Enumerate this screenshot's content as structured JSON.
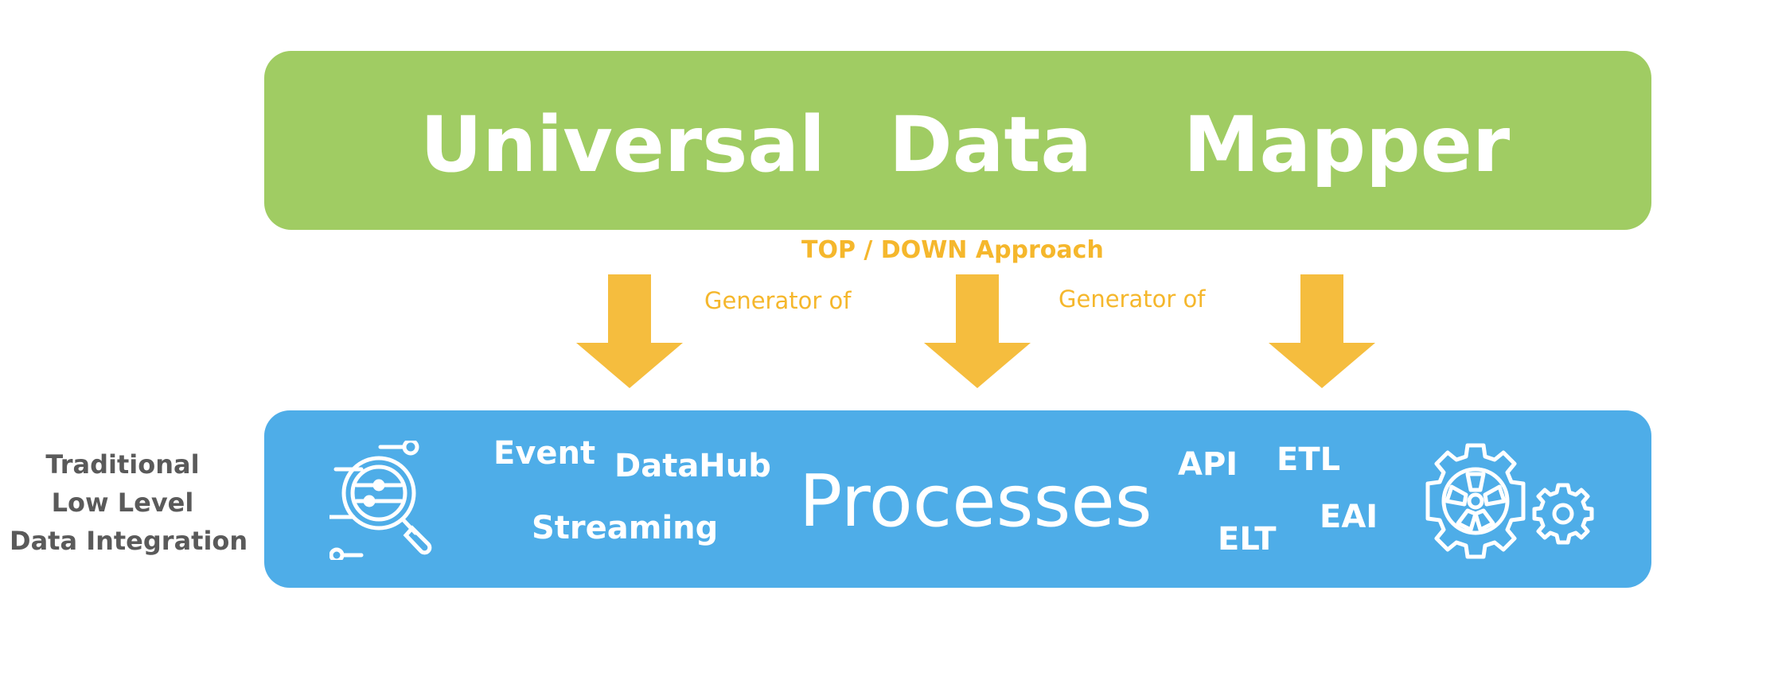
{
  "header": {
    "words": [
      "Universal",
      "Data",
      "Mapper"
    ]
  },
  "middle": {
    "approach": "TOP / DOWN Approach",
    "generator_left": "Generator of",
    "generator_right": "Generator of"
  },
  "side": {
    "lines": [
      "Traditional",
      "Low Level",
      "Data Integration"
    ]
  },
  "processes": {
    "title": "Processes",
    "left_tags": [
      "Event",
      "DataHub",
      "Streaming"
    ],
    "right_tags": [
      "API",
      "ETL",
      "EAI",
      "ELT"
    ]
  },
  "icons": {
    "left": "magnifier-settings-icon",
    "right": "gears-icon",
    "arrows": "down-arrow-icon"
  },
  "colors": {
    "top_box": "#a0cc63",
    "bottom_box": "#4eade8",
    "arrow": "#f5bd3e",
    "label_orange": "#f5b72c",
    "side_text": "#5a5a5a"
  }
}
